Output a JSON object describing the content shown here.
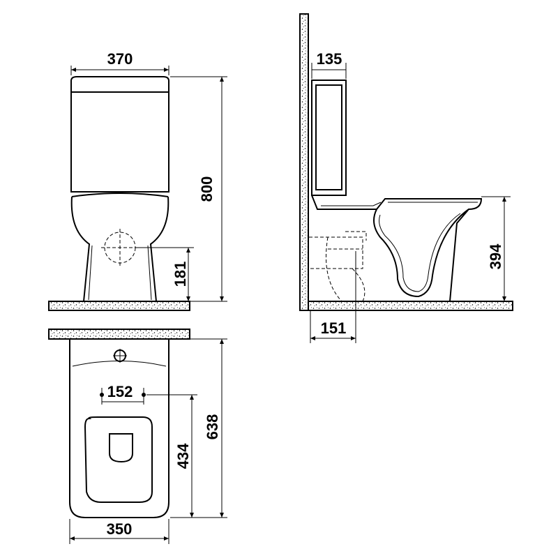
{
  "front_view": {
    "width_label": "370",
    "height_label": "800",
    "outlet_height_label": "181"
  },
  "side_view": {
    "tank_depth_label": "135",
    "bowl_height_label": "394",
    "outlet_distance_label": "151"
  },
  "top_view": {
    "fixing_distance_label": "152",
    "depth_label": "638",
    "fixing_depth_label": "434",
    "width_label": "350"
  }
}
